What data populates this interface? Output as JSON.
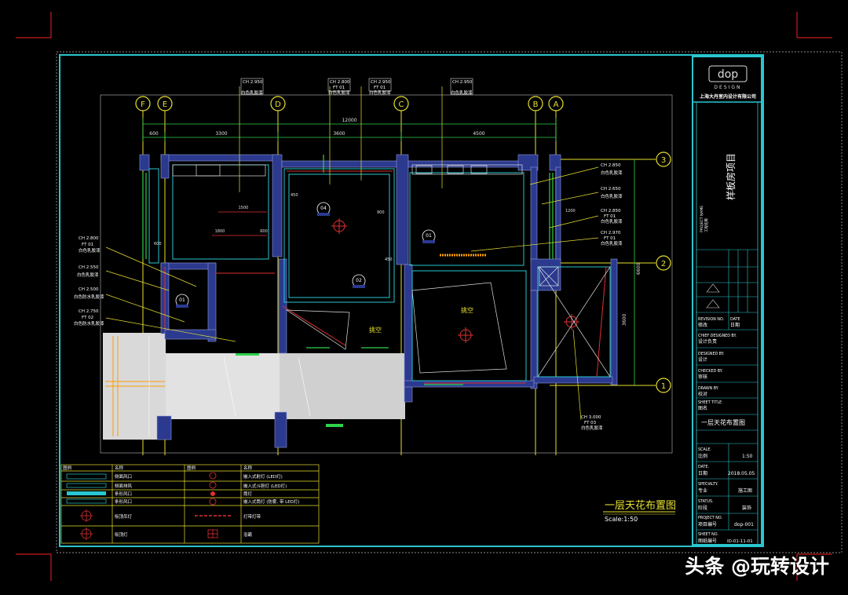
{
  "company": {
    "logo_text": "dop",
    "logo_sub": "DESIGN",
    "name": "上海大丹室内设计有限公司"
  },
  "project": {
    "title": "样板房项目",
    "name_label": "PROJECT NAME",
    "name_cn": "工程名称"
  },
  "title_block": {
    "revision_en": "REVISION NO.",
    "revision_cn": "修改",
    "date_en": "DATE",
    "date_cn": "日期",
    "chief_en": "CHIEF DESIGNED BY.",
    "chief_cn": "设计负责",
    "designed_en": "DESIGNED BY.",
    "designed_cn": "设计",
    "checked_en": "CHECKED BY.",
    "checked_cn": "审核",
    "drawn_en": "DRAWN BY.",
    "drawn_cn": "校对",
    "sheet_title_en": "SHEET TITLE",
    "sheet_title_cn": "图名",
    "sheet_title": "一层天花布置图",
    "scale_en": "SCALE.",
    "scale_cn": "比例",
    "scale_value": "1:50",
    "date2_en": "DATE.",
    "date2_cn": "日期",
    "date_value": "2018.05.05",
    "specialty_en": "SPECIALTY.",
    "specialty_cn": "专业",
    "specialty_value": "施工图",
    "status_en": "STATUS.",
    "status_cn": "阶段",
    "status_value": "装饰",
    "project_no_en": "PROJECT NO.",
    "project_no_cn": "项目编号",
    "project_no_value": "dop-001",
    "sheet_no_en": "SHEET NO.",
    "sheet_no_cn": "图纸编号",
    "sheet_no_value": "ID-01-11-01"
  },
  "drawing": {
    "title": "一层天花布置图",
    "scale": "Scale:1:50",
    "void_label_1": "挑空",
    "void_label_2": "挑空",
    "grid_top": [
      "F",
      "E",
      "D",
      "C",
      "B",
      "A"
    ],
    "grid_right": [
      "3",
      "2",
      "1"
    ],
    "dim_total": "12000",
    "dims_top": [
      "600",
      "3300",
      "3600",
      "4500"
    ],
    "dims_right": [
      "6600",
      "3600"
    ],
    "inner_dims": [
      "1500",
      "1800",
      "600",
      "450",
      "900",
      "1200",
      "600",
      "450"
    ],
    "ceiling_marks": [
      "01",
      "02",
      "04",
      "01"
    ]
  },
  "callouts": [
    {
      "lines": [
        "CH 2.950",
        "白色乳胶漆"
      ]
    },
    {
      "lines": [
        "CH 2.800",
        "FT 01",
        "白色乳胶漆"
      ]
    },
    {
      "lines": [
        "CH 2.950",
        "FT 01",
        "白色乳胶漆"
      ]
    },
    {
      "lines": [
        "CH 2.950",
        "白色乳胶漆"
      ]
    },
    {
      "lines": [
        "CH 2.800",
        "FT 01",
        "白色乳胶漆"
      ]
    },
    {
      "lines": [
        "CH 2.550",
        "白色乳胶漆"
      ]
    },
    {
      "lines": [
        "CH 2.500",
        "白色防水乳胶漆"
      ]
    },
    {
      "lines": [
        "CH 2.750",
        "FT 02",
        "白色防水乳胶漆"
      ]
    },
    {
      "lines": [
        "CH 2.850",
        "白色乳胶漆"
      ]
    },
    {
      "lines": [
        "CH 2.650",
        "白色乳胶漆"
      ]
    },
    {
      "lines": [
        "CH 2.850",
        "FT 01",
        "白色乳胶漆"
      ]
    },
    {
      "lines": [
        "CH 2.970",
        "FT 01",
        "白色乳胶漆"
      ]
    },
    {
      "lines": [
        "CH 3.000",
        "FT 03",
        "白色乳胶漆"
      ]
    }
  ],
  "legend": {
    "header": [
      "图例",
      "名称",
      "图例",
      "名称"
    ],
    "left": [
      "侧面风口",
      "侧面排风",
      "条形风口",
      "条形风口",
      "吸顶吊灯",
      "吸顶灯"
    ],
    "right": [
      "嵌入式射灯 (LED灯)",
      "嵌入式斗胆灯 (LED灯)",
      "筒灯",
      "嵌入式筒灯 (防雾, 带 LED灯)",
      "灯带灯带",
      "浴霸"
    ]
  },
  "watermark": "头条 @玩转设计"
}
